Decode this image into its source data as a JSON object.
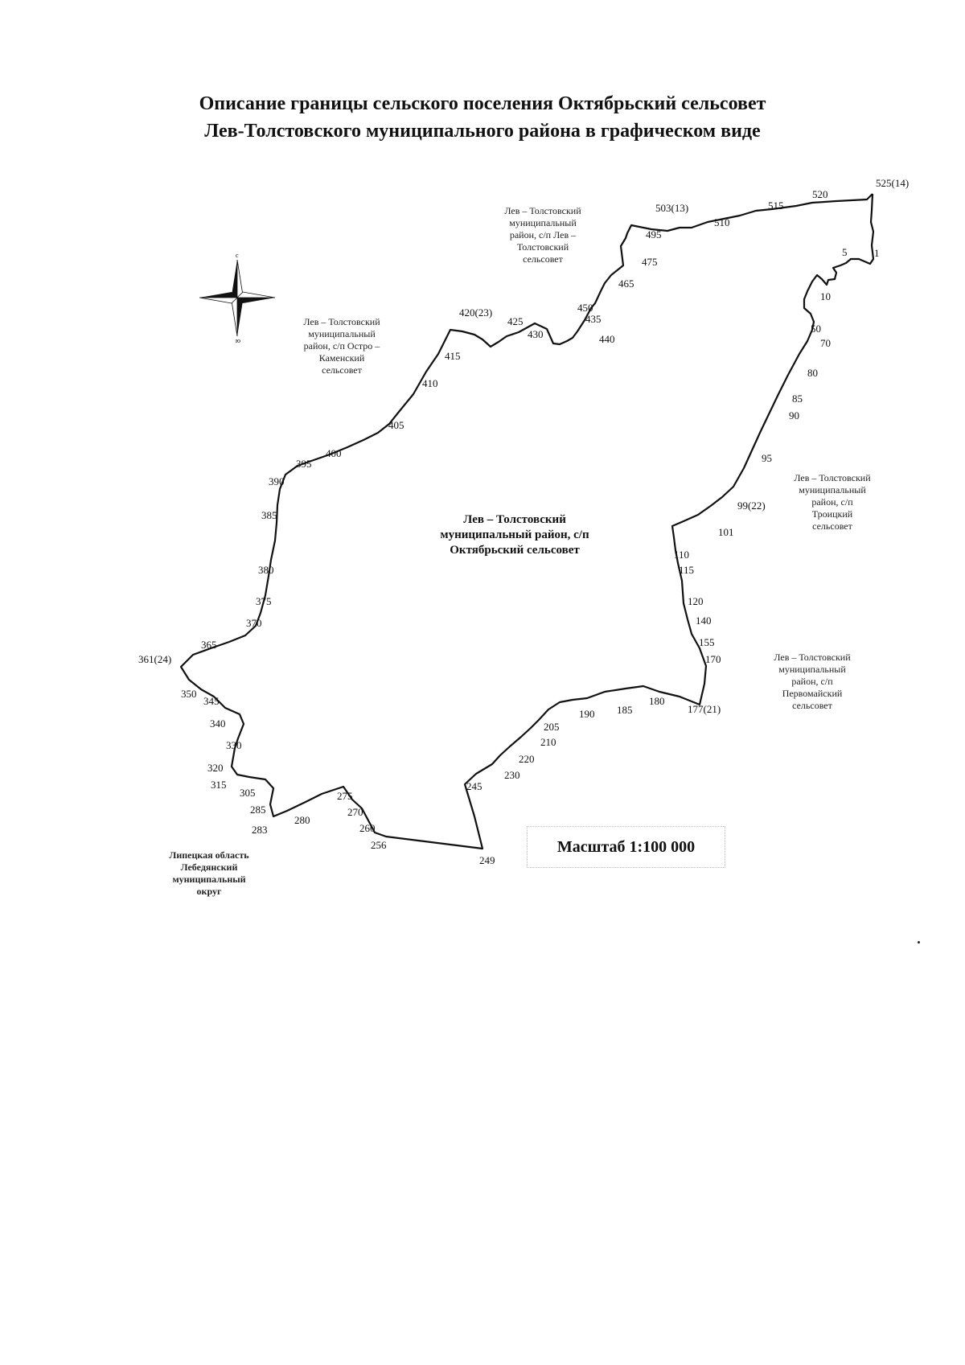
{
  "title_line1": "Описание границы сельского поселения Октябрьский сельсовет",
  "title_line2": "Лев-Толстовского муниципального района в графическом виде",
  "scale": "Масштаб 1:100 000",
  "compass": {
    "north": "с",
    "south": "ю"
  },
  "regions": {
    "center": [
      "Лев – Толстовский",
      "муниципальный район, с/п",
      "Октябрьский сельсовет"
    ],
    "north": [
      "Лев – Толстовский",
      "муниципальный",
      "район, с/п Лев –",
      "Толстовский",
      "сельсовет"
    ],
    "northwest": [
      "Лев – Толстовский",
      "муниципальный",
      "район, с/п Остро –",
      "Каменский",
      "сельсовет"
    ],
    "east": [
      "Лев – Толстовский",
      "муниципальный",
      "район, с/п",
      "Троицкий",
      "сельсовет"
    ],
    "southeast": [
      "Лев – Толстовский",
      "муниципальный",
      "район, с/п",
      "Первомайский",
      "сельсовет"
    ],
    "southwest": [
      "Липецкая область",
      "Лебедянский",
      "муниципальный",
      "округ"
    ]
  },
  "points": [
    "525(14)",
    "520",
    "515",
    "510",
    "503(13)",
    "495",
    "475",
    "465",
    "450",
    "440",
    "435",
    "430",
    "425",
    "420(23)",
    "415",
    "410",
    "405",
    "400",
    "395",
    "390",
    "385",
    "380",
    "375",
    "370",
    "365",
    "361(24)",
    "350",
    "345",
    "340",
    "330",
    "320",
    "315",
    "305",
    "285",
    "283",
    "280",
    "275",
    "270",
    "260",
    "256",
    "249",
    "245",
    "230",
    "220",
    "210",
    "205",
    "190",
    "185",
    "180",
    "177(21)",
    "170",
    "155",
    "140",
    "120",
    "115",
    "110",
    "101",
    "99(22)",
    "95",
    "90",
    "85",
    "80",
    "70",
    "50",
    "10",
    "5",
    "1"
  ]
}
